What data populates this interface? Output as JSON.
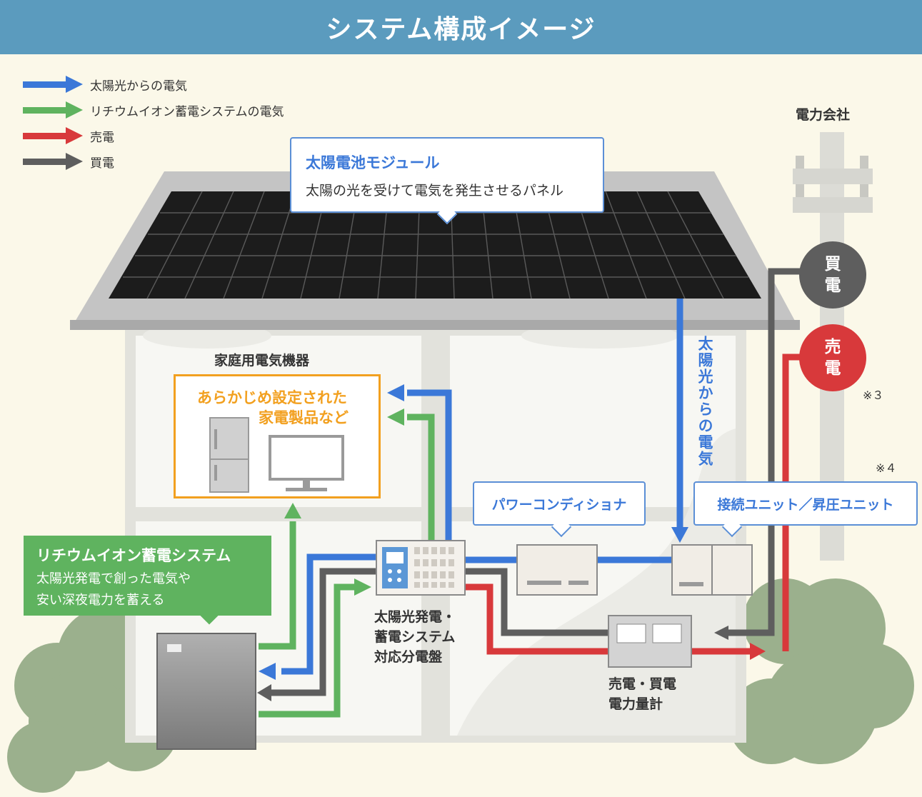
{
  "title": "システム構成イメージ",
  "legend": [
    {
      "label": "太陽光からの電気",
      "color": "#3b78d8"
    },
    {
      "label": "リチウムイオン蓄電システムの電気",
      "color": "#5fb35f"
    },
    {
      "label": "売電",
      "color": "#d8393b"
    },
    {
      "label": "買電",
      "color": "#5e5e5e"
    }
  ],
  "utility_label": "電力会社",
  "solar_module": {
    "title": "太陽電池モジュール",
    "desc": "太陽の光を受けて電気を発生させるパネル"
  },
  "appliances_heading": "家庭用電気機器",
  "appliances": {
    "line1": "あらかじめ設定された",
    "line2": "家電製品など"
  },
  "battery": {
    "title": "リチウムイオン蓄電システム",
    "desc1": "太陽光発電で創った電気や",
    "desc2": "安い深夜電力を蓄える"
  },
  "power_conditioner": "パワーコンディショナ",
  "junction_unit": "接続ユニット／昇圧ユニット",
  "solar_flow_label": "太陽光からの電気",
  "distribution_board": {
    "line1": "太陽光発電・",
    "line2": "蓄電システム",
    "line3": "対応分電盤"
  },
  "meter": {
    "line1": "売電・買電",
    "line2": "電力量計"
  },
  "buy_circle": {
    "line1": "買",
    "line2": "電"
  },
  "sell_circle": {
    "line1": "売",
    "line2": "電"
  },
  "note3": "※３",
  "note4": "※４",
  "colors": {
    "solar": "#3b78d8",
    "battery": "#5fb35f",
    "sell": "#d8393b",
    "buy": "#5e5e5e",
    "accent_orange": "#f2a01f",
    "banner": "#5b9bbe"
  }
}
